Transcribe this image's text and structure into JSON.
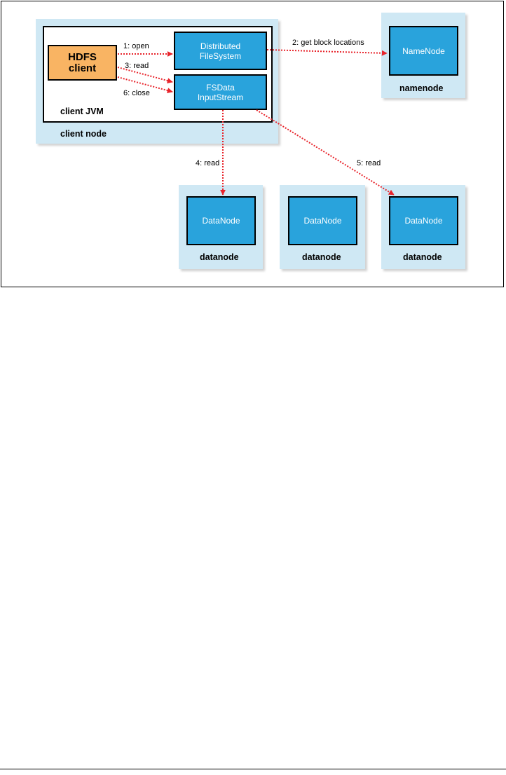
{
  "client": {
    "node_label": "client node",
    "jvm_label": "client JVM",
    "hdfs_client": {
      "line1": "HDFS",
      "line2": "client"
    },
    "dfs": {
      "line1": "Distributed",
      "line2": "FileSystem"
    },
    "fsdata": {
      "line1": "FSData",
      "line2": "InputStream"
    }
  },
  "namenode": {
    "box_label": "NameNode",
    "node_label": "namenode"
  },
  "datanodes": [
    {
      "box_label": "DataNode",
      "node_label": "datanode"
    },
    {
      "box_label": "DataNode",
      "node_label": "datanode"
    },
    {
      "box_label": "DataNode",
      "node_label": "datanode"
    }
  ],
  "edges": {
    "open": "1: open",
    "get_block_locations": "2: get block locations",
    "read3": "3: read",
    "read4": "4: read",
    "read5": "5: read",
    "close": "6: close"
  },
  "colors": {
    "arrow": "#e8242b",
    "node_bg": "#cfe8f4",
    "component": "#29a3dc",
    "client": "#f9b463"
  }
}
